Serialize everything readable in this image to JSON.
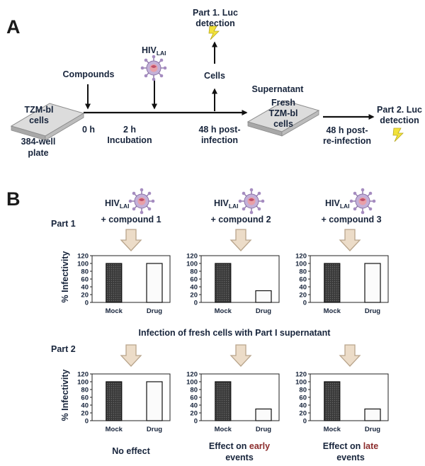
{
  "panel_a": {
    "label": "A",
    "plate_left": {
      "line1": "TZM-bl",
      "line2": "cells",
      "caption1": "384-well",
      "caption2": "plate"
    },
    "compounds": "Compounds",
    "virus": {
      "main": "HIV",
      "sub": "LAI"
    },
    "part1": {
      "line1": "Part 1. Luc",
      "line2": "detection"
    },
    "cells": "Cells",
    "supernatant": "Supernatant",
    "plate_right": {
      "line1": "Fresh",
      "line2": "TZM-bl",
      "line3": "cells"
    },
    "t0": "0 h",
    "t2_line1": "2 h",
    "t2_line2": "Incubation",
    "t48_line1": "48 h post-",
    "t48_line2": "infection",
    "t48re_line1": "48 h post-",
    "t48re_line2": "re-infection",
    "part2": {
      "line1": "Part 2. Luc",
      "line2": "detection"
    }
  },
  "panel_b": {
    "label": "B",
    "part1_label": "Part 1",
    "part2_label": "Part 2",
    "virus": {
      "main": "HIV",
      "sub": "LAI"
    },
    "compound_labels": [
      "+ compound 1",
      "+ compound 2",
      "+ compound 3"
    ],
    "middle_title": "Infection of fresh cells with Part I supernatant",
    "ylabel": "% Infectivity",
    "outcomes": [
      {
        "line1": "No effect",
        "prefix": "",
        "highlight": "",
        "line2": ""
      },
      {
        "line1": "",
        "prefix": "Effect on ",
        "highlight": "early",
        "line2": "events"
      },
      {
        "line1": "",
        "prefix": "Effect on ",
        "highlight": "late",
        "line2": "events"
      }
    ]
  },
  "colors": {
    "mock_bar": "#4a4a4a",
    "drug_bar": "#fbfbfb",
    "arrow_fill": "#ecdcc8",
    "arrow_stroke": "#b9a58c",
    "virus": "#a58cc0",
    "bolt": "#f2e23a",
    "highlight": "#8b2b2b"
  },
  "chart_data": [
    {
      "type": "bar",
      "part": "Part 1",
      "compound": "+ compound 1",
      "categories": [
        "Mock",
        "Drug"
      ],
      "values": [
        100,
        100
      ],
      "ylabel": "% Infectivity",
      "ylim": [
        0,
        120
      ],
      "yticks": [
        0,
        20,
        40,
        60,
        80,
        100,
        120
      ]
    },
    {
      "type": "bar",
      "part": "Part 1",
      "compound": "+ compound 2",
      "categories": [
        "Mock",
        "Drug"
      ],
      "values": [
        100,
        30
      ],
      "ylabel": "% Infectivity",
      "ylim": [
        0,
        120
      ],
      "yticks": [
        0,
        20,
        40,
        60,
        80,
        100,
        120
      ]
    },
    {
      "type": "bar",
      "part": "Part 1",
      "compound": "+ compound 3",
      "categories": [
        "Mock",
        "Drug"
      ],
      "values": [
        100,
        100
      ],
      "ylabel": "% Infectivity",
      "ylim": [
        0,
        120
      ],
      "yticks": [
        0,
        20,
        40,
        60,
        80,
        100,
        120
      ]
    },
    {
      "type": "bar",
      "part": "Part 2",
      "outcome": "No effect",
      "categories": [
        "Mock",
        "Drug"
      ],
      "values": [
        100,
        100
      ],
      "ylabel": "% Infectivity",
      "ylim": [
        0,
        120
      ],
      "yticks": [
        0,
        20,
        40,
        60,
        80,
        100,
        120
      ]
    },
    {
      "type": "bar",
      "part": "Part 2",
      "outcome": "Effect on early events",
      "categories": [
        "Mock",
        "Drug"
      ],
      "values": [
        100,
        30
      ],
      "ylabel": "% Infectivity",
      "ylim": [
        0,
        120
      ],
      "yticks": [
        0,
        20,
        40,
        60,
        80,
        100,
        120
      ]
    },
    {
      "type": "bar",
      "part": "Part 2",
      "outcome": "Effect on late events",
      "categories": [
        "Mock",
        "Drug"
      ],
      "values": [
        100,
        30
      ],
      "ylabel": "% Infectivity",
      "ylim": [
        0,
        120
      ],
      "yticks": [
        0,
        20,
        40,
        60,
        80,
        100,
        120
      ]
    }
  ]
}
